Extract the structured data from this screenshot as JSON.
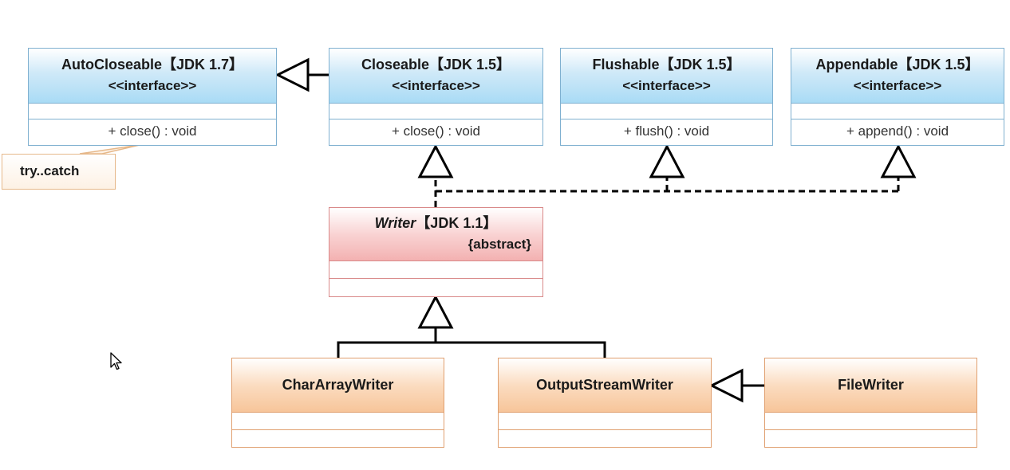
{
  "interfaces": [
    {
      "name": "AutoCloseable【JDK 1.7】",
      "stereotype": "<<interface>>",
      "operation": "+ close() : void"
    },
    {
      "name": "Closeable【JDK 1.5】",
      "stereotype": "<<interface>>",
      "operation": "+ close() : void"
    },
    {
      "name": "Flushable【JDK 1.5】",
      "stereotype": "<<interface>>",
      "operation": "+ flush() : void"
    },
    {
      "name": "Appendable【JDK 1.5】",
      "stereotype": "<<interface>>",
      "operation": "+ append() : void"
    }
  ],
  "note": {
    "text": "try..catch"
  },
  "abstract_class": {
    "name": "Writer",
    "version": "【JDK 1.1】",
    "modifier": "{abstract}"
  },
  "classes": [
    {
      "name": "CharArrayWriter"
    },
    {
      "name": "OutputStreamWriter"
    },
    {
      "name": "FileWriter"
    }
  ],
  "colors": {
    "interface_fill": "#a9dbf5",
    "abstract_fill": "#f3b1b1",
    "class_fill": "#f7c59a",
    "note_fill": "#fdf1e4",
    "line": "#000000"
  },
  "relations": [
    {
      "from": "Closeable【JDK 1.5】",
      "to": "AutoCloseable【JDK 1.7】",
      "type": "generalization"
    },
    {
      "from": "Writer",
      "to": "Closeable【JDK 1.5】",
      "type": "realization"
    },
    {
      "from": "Writer",
      "to": "Flushable【JDK 1.5】",
      "type": "realization"
    },
    {
      "from": "Writer",
      "to": "Appendable【JDK 1.5】",
      "type": "realization"
    },
    {
      "from": "CharArrayWriter",
      "to": "Writer",
      "type": "generalization"
    },
    {
      "from": "OutputStreamWriter",
      "to": "Writer",
      "type": "generalization"
    },
    {
      "from": "FileWriter",
      "to": "OutputStreamWriter",
      "type": "generalization"
    }
  ]
}
